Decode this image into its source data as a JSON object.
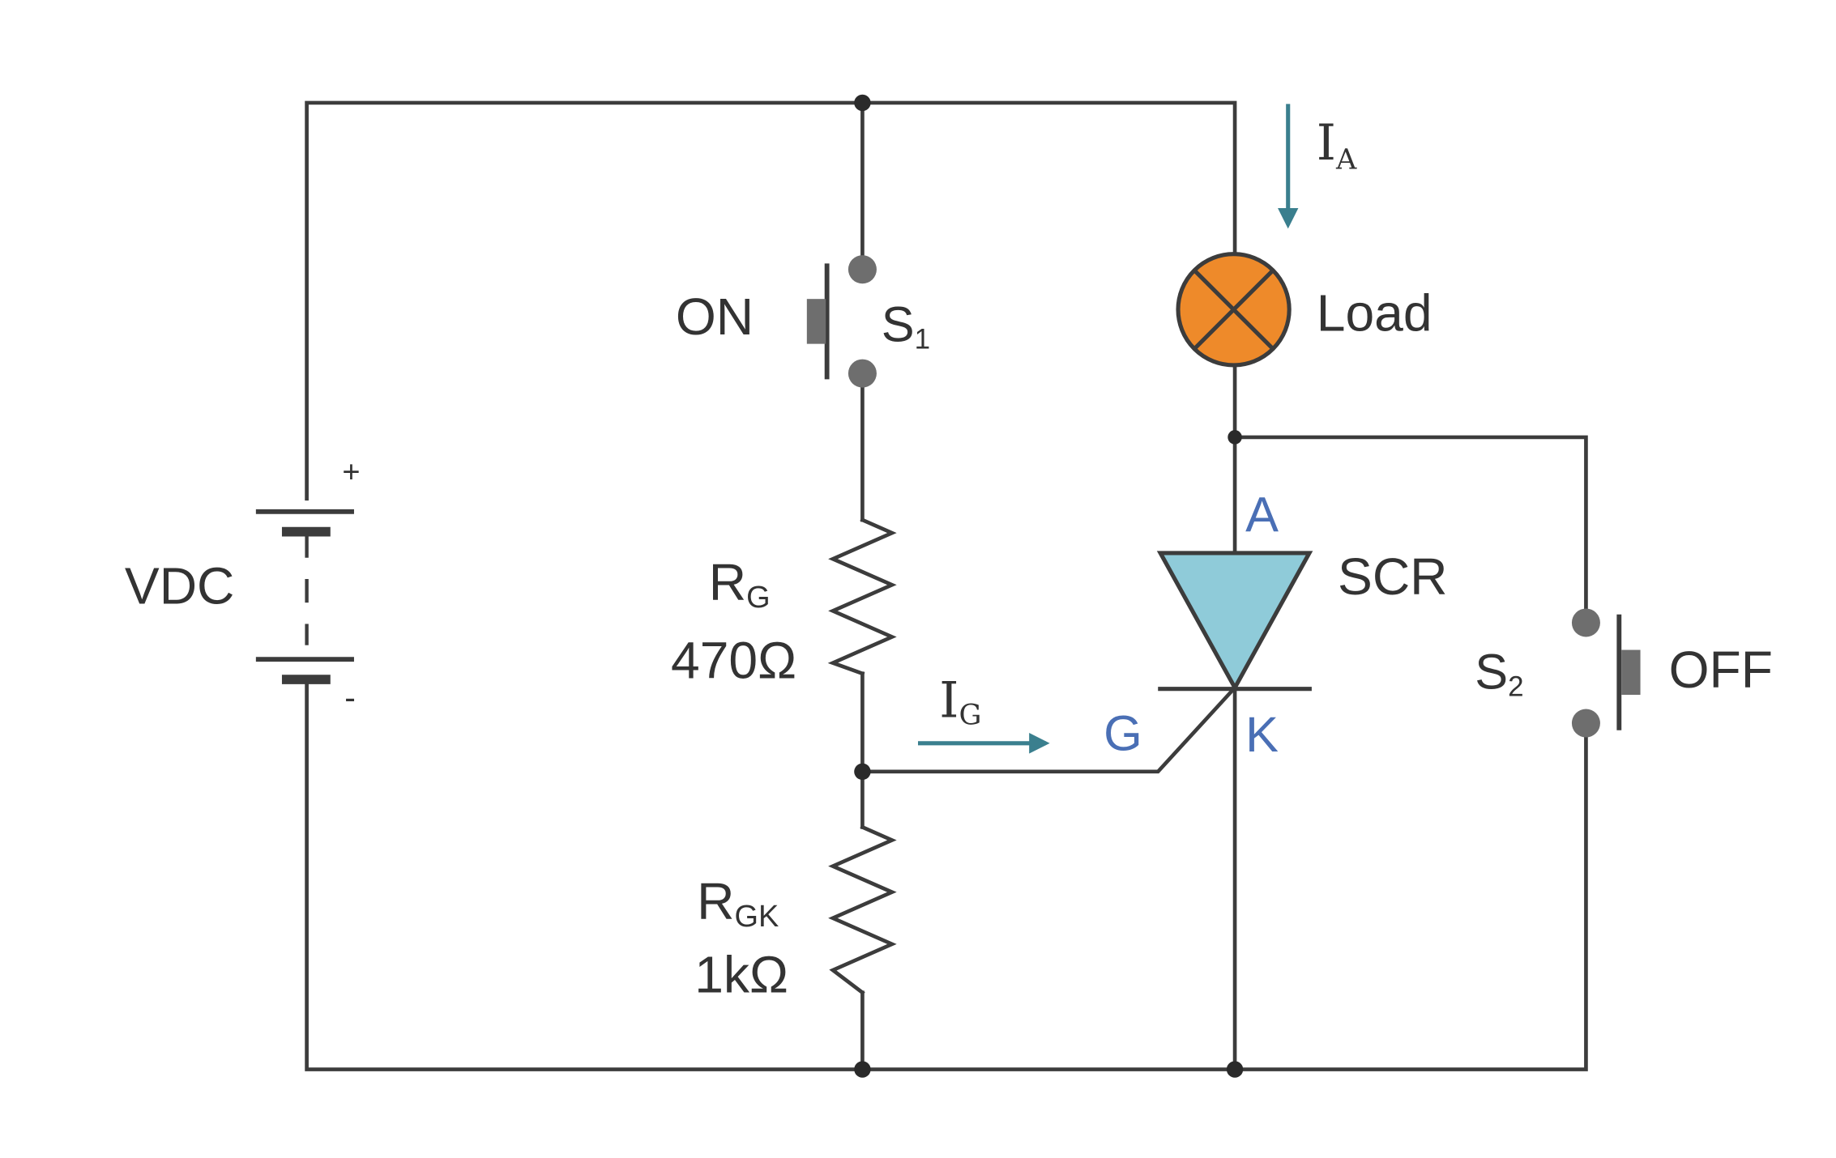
{
  "colors": {
    "wire": "#3c3c3c",
    "text": "#333333",
    "pin_label": "#4a6fb5",
    "arrow": "#3a7f8e",
    "lamp_fill": "#ee8a2a",
    "scr_fill": "#8fcbd9",
    "switch_contact": "#6e6e6e"
  },
  "labels": {
    "vdc": "VDC",
    "plus": "+",
    "minus": "-",
    "on": "ON",
    "s1_main": "S",
    "s1_sub": "1",
    "rg_main": "R",
    "rg_sub": "G",
    "rg_value": "470Ω",
    "rgk_main": "R",
    "rgk_sub": "GK",
    "rgk_value": "1kΩ",
    "ig_main": "I",
    "ig_sub": "G",
    "ia_main": "I",
    "ia_sub": "A",
    "load": "Load",
    "scr": "SCR",
    "anode": "A",
    "gate": "G",
    "cathode": "K",
    "s2_main": "S",
    "s2_sub": "2",
    "off": "OFF"
  },
  "icons": {
    "lamp": "lamp-icon",
    "battery": "battery-icon",
    "scr": "thyristor-icon",
    "resistor": "resistor-icon",
    "push_button": "push-button-icon"
  }
}
